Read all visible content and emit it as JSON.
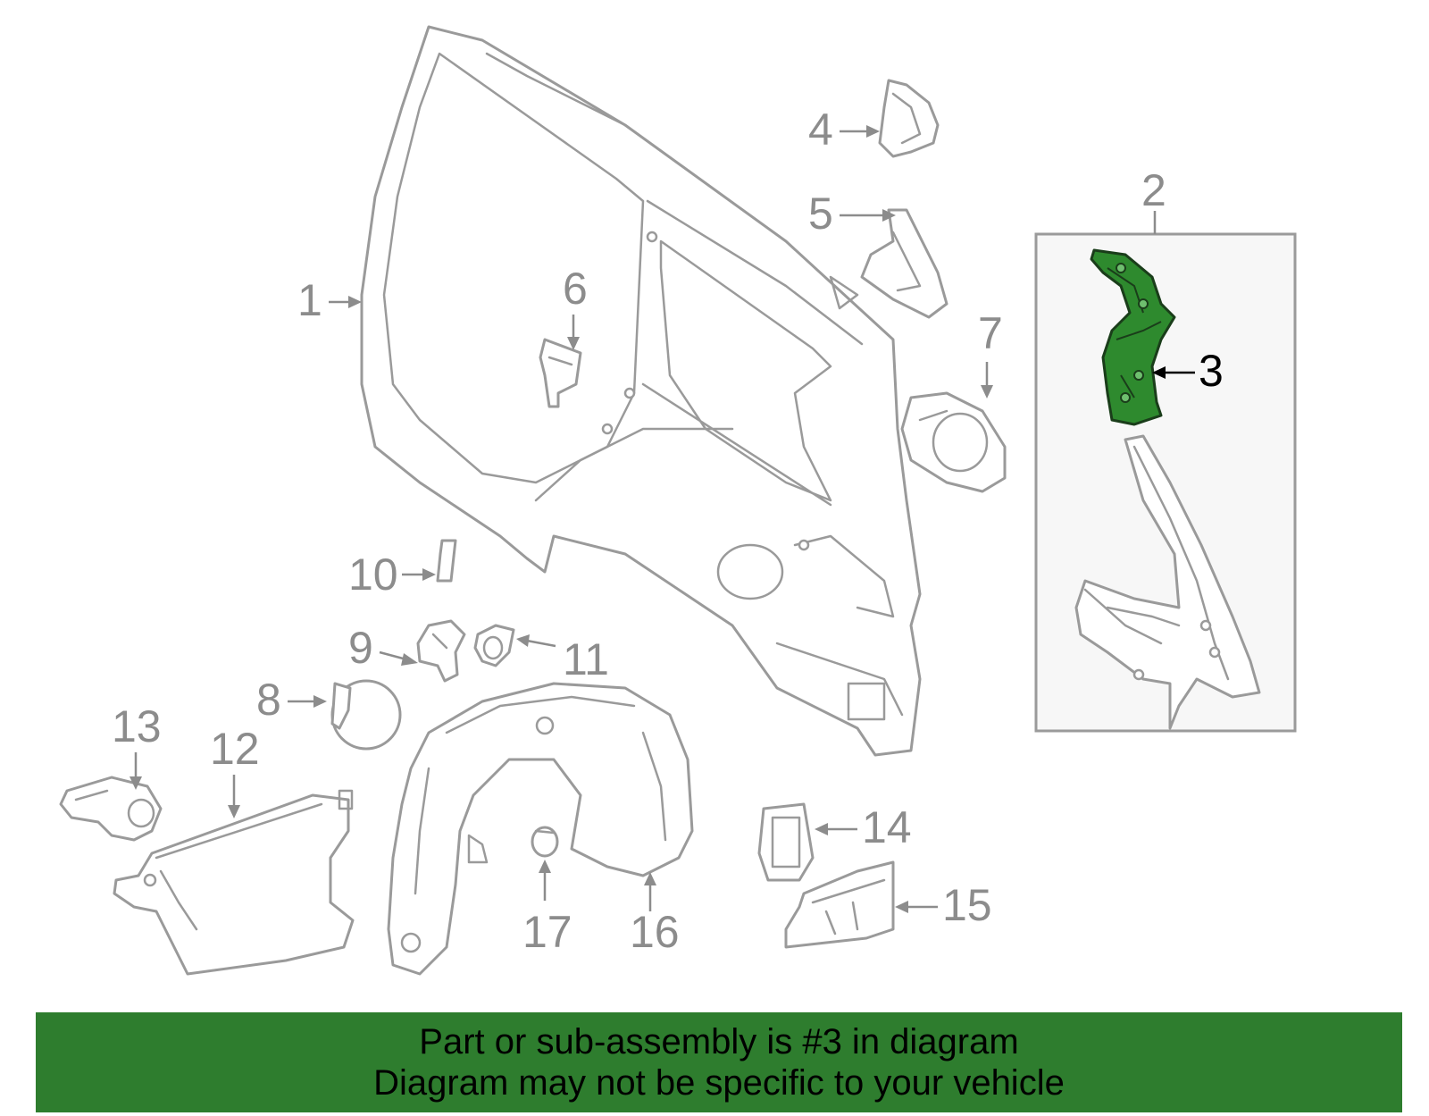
{
  "callouts": {
    "c1": "1",
    "c2": "2",
    "c3": "3",
    "c4": "4",
    "c5": "5",
    "c6": "6",
    "c7": "7",
    "c8": "8",
    "c9": "9",
    "c10": "10",
    "c11": "11",
    "c12": "12",
    "c13": "13",
    "c14": "14",
    "c15": "15",
    "c16": "16",
    "c17": "17"
  },
  "highlight": {
    "part_number": "3",
    "color": "#2e8a2e"
  },
  "banner": {
    "line1": "Part or sub-assembly is #3 in diagram",
    "line2": "Diagram may not be specific to your vehicle",
    "background": "#2e7d2e"
  }
}
